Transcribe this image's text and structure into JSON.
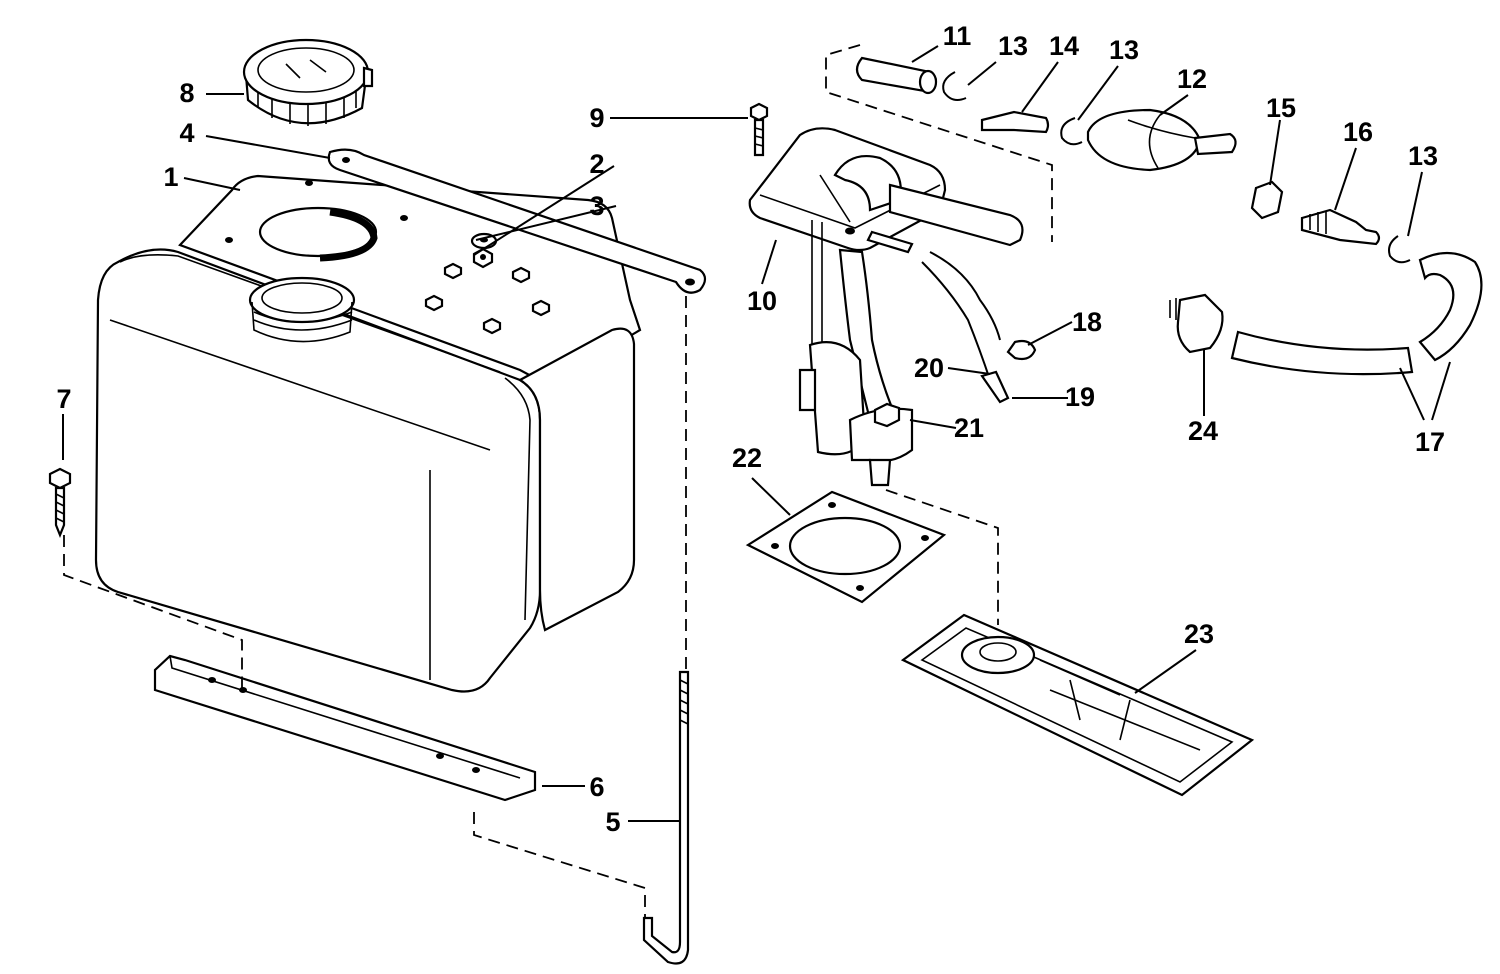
{
  "diagram": {
    "callouts": [
      {
        "number": "1"
      },
      {
        "number": "2"
      },
      {
        "number": "3"
      },
      {
        "number": "4"
      },
      {
        "number": "5"
      },
      {
        "number": "6"
      },
      {
        "number": "7"
      },
      {
        "number": "8"
      },
      {
        "number": "9"
      },
      {
        "number": "10"
      },
      {
        "number": "11"
      },
      {
        "number": "12"
      },
      {
        "number": "13"
      },
      {
        "number": "13"
      },
      {
        "number": "13"
      },
      {
        "number": "14"
      },
      {
        "number": "15"
      },
      {
        "number": "16"
      },
      {
        "number": "17"
      },
      {
        "number": "18"
      },
      {
        "number": "19"
      },
      {
        "number": "20"
      },
      {
        "number": "21"
      },
      {
        "number": "22"
      },
      {
        "number": "23"
      },
      {
        "number": "24"
      }
    ]
  },
  "colors": {
    "ink": "#000000",
    "paper": "#ffffff"
  }
}
